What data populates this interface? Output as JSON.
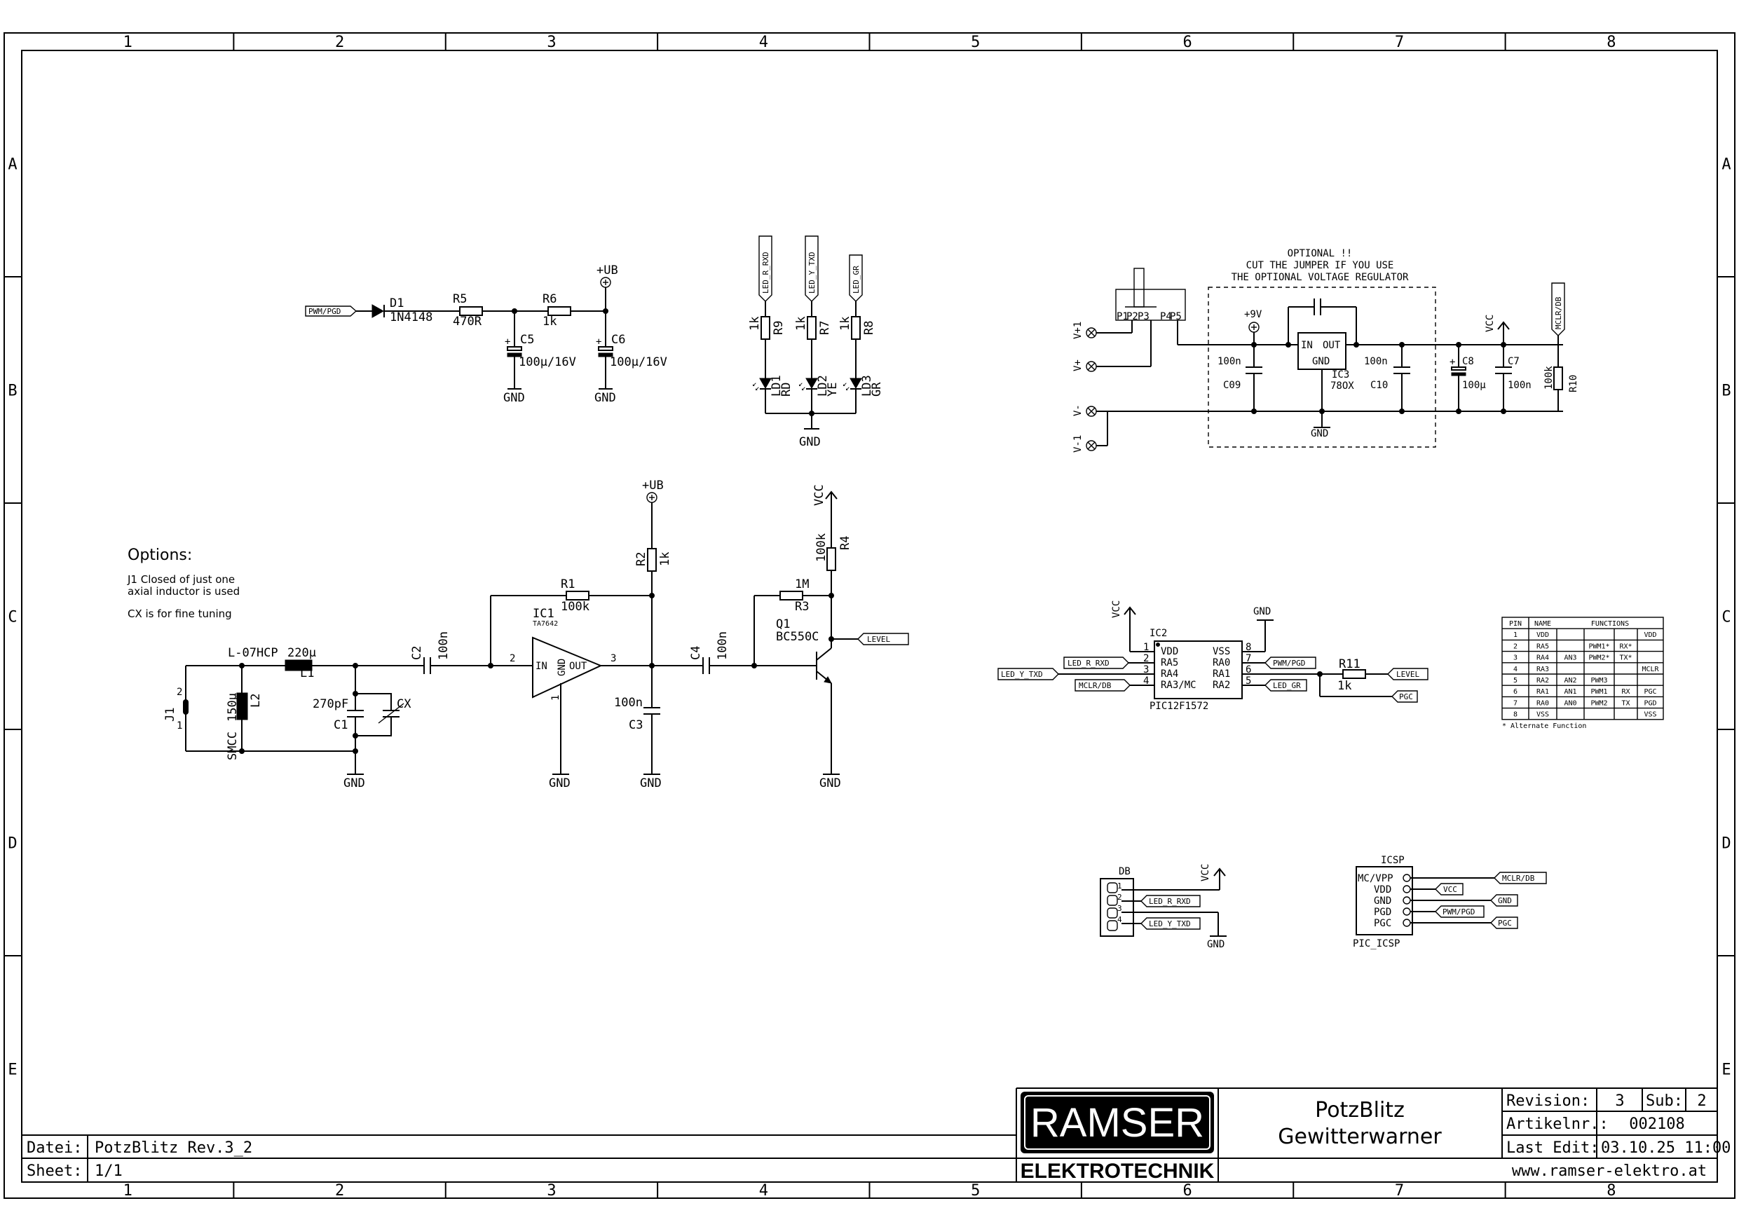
{
  "frame": {
    "columns": [
      "1",
      "2",
      "3",
      "4",
      "5",
      "6",
      "7",
      "8"
    ],
    "rows": [
      "A",
      "B",
      "C",
      "D",
      "E"
    ]
  },
  "title_block": {
    "file_label": "Datei:",
    "file_value": "PotzBlitz Rev.3_2",
    "sheet_label": "Sheet:",
    "sheet_value": "1/1",
    "logo_top": "RAMSER",
    "logo_bottom": "ELEKTROTECHNIK",
    "title_line1": "PotzBlitz",
    "title_line2": "Gewitterwarner",
    "revision_label": "Revision:",
    "revision_value": "3",
    "sub_label": "Sub:",
    "sub_value": "2",
    "article_label": "Artikelnr.:",
    "article_value": "002108",
    "lastedit_label": "Last Edit:",
    "lastedit_value": "03.10.25 11:00",
    "website": "www.ramser-elektro.at"
  },
  "notes": {
    "heading": "Options:",
    "line1": "J1 Closed of just one",
    "line2": "axial inductor is used",
    "line3": "CX is for fine tuning",
    "optional1": "OPTIONAL !!",
    "optional2": "CUT THE JUMPER IF YOU USE",
    "optional3": "THE OPTIONAL VOLTAGE REGULATOR"
  },
  "labels": {
    "d1": "D1",
    "d1_val": "1N4148",
    "r5": "R5",
    "r5_val": "470R",
    "r6": "R6",
    "r6_val": "1k",
    "c5": "C5",
    "c5_val": "100µ/16V",
    "c6": "C6",
    "c6_val": "100µ/16V",
    "ub": "+UB",
    "gnd": "GND",
    "r9": "R9",
    "r7": "R7",
    "r8": "R8",
    "one_k": "1k",
    "ld1": "LD1",
    "ld2": "LD2",
    "ld3": "LD3",
    "rd": "RD",
    "ye": "YE",
    "gr": "GR",
    "led_r_rxd": "LED_R_RXD",
    "led_y_txd": "LED_Y_TXD",
    "led_gr": "LED_GR",
    "pwm_pgd": "PWM/PGD",
    "mclr_db": "MCLR/DB",
    "level": "LEVEL",
    "pgc": "PGC",
    "vcc": "VCC",
    "l1": "L1",
    "l1_part": "L-07HCP",
    "l1_val": "220µ",
    "l2": "L2",
    "l2_part": "SMCC",
    "l2_val": "150µ",
    "j1": "J1",
    "pin1": "1",
    "pin2": "2",
    "pin3": "3",
    "c1": "C1",
    "c1_val": "270pF",
    "cx": "CX",
    "c2": "C2",
    "c2_val": "100n",
    "r1": "R1",
    "r1_val": "100k",
    "ic1": "IC1",
    "ic1_val": "TA7642",
    "in": "IN",
    "out": "OUT",
    "r2": "R2",
    "c3": "C3",
    "c3_val": "100n",
    "c4": "C4",
    "c4_val": "100n",
    "r3": "R3",
    "r3_val": "1M",
    "q1": "Q1",
    "q1_val": "BC550C",
    "r4": "R4",
    "r4_val": "100k",
    "v1p": "V+1",
    "vp": "V+",
    "vm": "V-",
    "v1m": "V-1",
    "p1": "P1",
    "p2": "P2",
    "p3": "P3",
    "p4": "P4",
    "p5": "P5",
    "p9v": "+9V",
    "c09": "C09",
    "c09_val": "100n",
    "ic3": "IC3",
    "ic3_val": "78OX",
    "gnd_pin": "GND",
    "c10": "C10",
    "c10_val": "100n",
    "c8": "C8",
    "c8_val": "100µ",
    "c7": "C7",
    "c7_val": "100n",
    "r10": "R10",
    "r10_val": "100k",
    "ic2": "IC2",
    "ic2_val": "PIC12F1572",
    "ic2_vdd": "VDD",
    "ic2_ra5": "RA5",
    "ic2_ra4": "RA4",
    "ic2_ra3": "RA3/MC",
    "ic2_vss": "VSS",
    "ic2_ra0": "RA0",
    "ic2_ra1": "RA1",
    "ic2_ra2": "RA2",
    "n1": "1",
    "n2": "2",
    "n3": "3",
    "n4": "4",
    "n5": "5",
    "n6": "6",
    "n7": "7",
    "n8": "8",
    "r11": "R11",
    "r11_val": "1k",
    "db": "DB",
    "icsp": "ICSP",
    "icsp_val": "PIC_ICSP",
    "icsp_mclr": "MC/VPP",
    "icsp_vdd": "VDD",
    "icsp_gnd": "GND",
    "icsp_pgd": "PGD",
    "icsp_pgc": "PGC"
  },
  "pin_table": {
    "headers": [
      "PIN",
      "NAME",
      "FUNCTIONS"
    ],
    "rows": [
      [
        "1",
        "VDD",
        "",
        "",
        "",
        "VDD"
      ],
      [
        "2",
        "RA5",
        "",
        "PWM1*",
        "RX*",
        ""
      ],
      [
        "3",
        "RA4",
        "AN3",
        "PWM2*",
        "TX*",
        ""
      ],
      [
        "4",
        "RA3",
        "",
        "",
        "",
        "MCLR"
      ],
      [
        "5",
        "RA2",
        "AN2",
        "PWM3",
        "",
        ""
      ],
      [
        "6",
        "RA1",
        "AN1",
        "PWM1",
        "RX",
        "PGC"
      ],
      [
        "7",
        "RA0",
        "AN0",
        "PWM2",
        "TX",
        "PGD"
      ],
      [
        "8",
        "VSS",
        "",
        "",
        "",
        "VSS"
      ]
    ],
    "footnote": "* Alternate Function"
  }
}
